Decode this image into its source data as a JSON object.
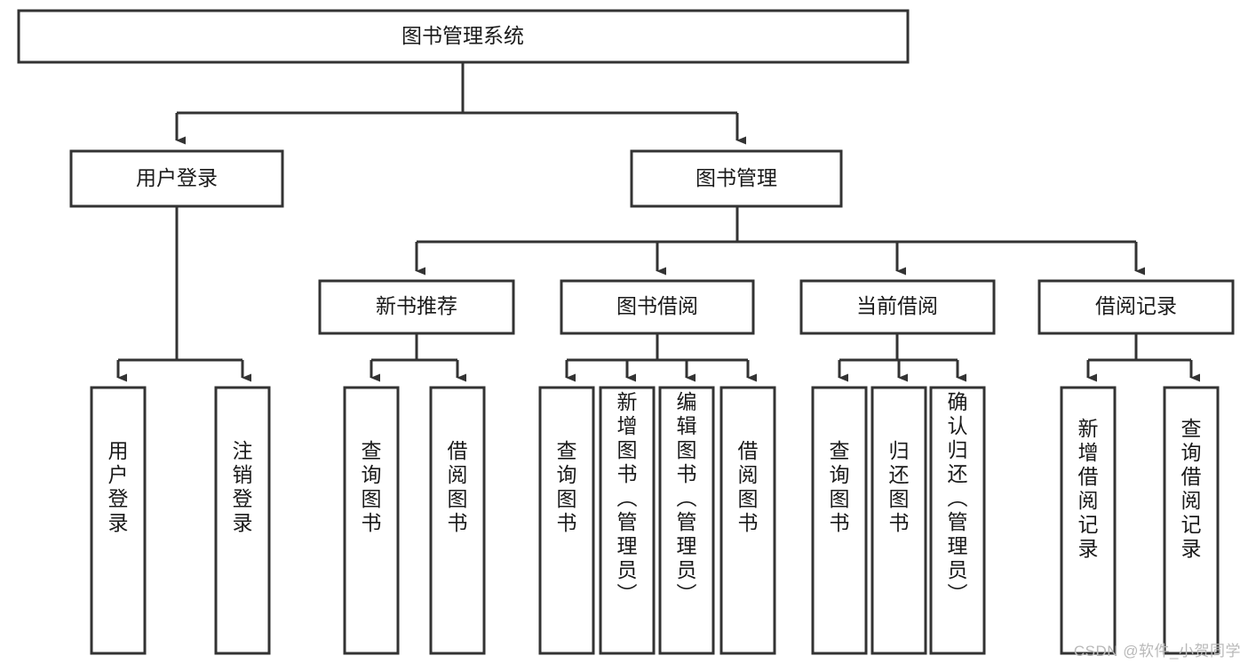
{
  "diagram": {
    "title": "图书管理系统",
    "type": "tree-hierarchy-diagram",
    "colors": {
      "box_stroke": "#333333",
      "box_fill": "#ffffff",
      "connector": "#333333",
      "text": "#1a1a1a",
      "watermark": "#b9b9b9",
      "background": "#ffffff"
    },
    "root": {
      "label": "图书管理系统"
    },
    "level2": [
      {
        "label": "用户登录"
      },
      {
        "label": "图书管理"
      }
    ],
    "level3": [
      {
        "label": "新书推荐"
      },
      {
        "label": "图书借阅"
      },
      {
        "label": "当前借阅"
      },
      {
        "label": "借阅记录"
      }
    ],
    "leaves": {
      "user_login": [
        {
          "label": "用户登录"
        },
        {
          "label": "注销登录"
        }
      ],
      "new_book_recommend": [
        {
          "label": "查询图书"
        },
        {
          "label": "借阅图书"
        }
      ],
      "book_borrow": [
        {
          "label": "查询图书"
        },
        {
          "label": "新增图书（管理员）"
        },
        {
          "label": "编辑图书（管理员）"
        },
        {
          "label": "借阅图书"
        }
      ],
      "current_borrow": [
        {
          "label": "查询图书"
        },
        {
          "label": "归还图书"
        },
        {
          "label": "确认归还（管理员）"
        }
      ],
      "borrow_record": [
        {
          "label": "新增借阅记录"
        },
        {
          "label": "查询借阅记录"
        }
      ]
    }
  },
  "watermark": {
    "text": "CSDN @软件_小贺同学"
  }
}
